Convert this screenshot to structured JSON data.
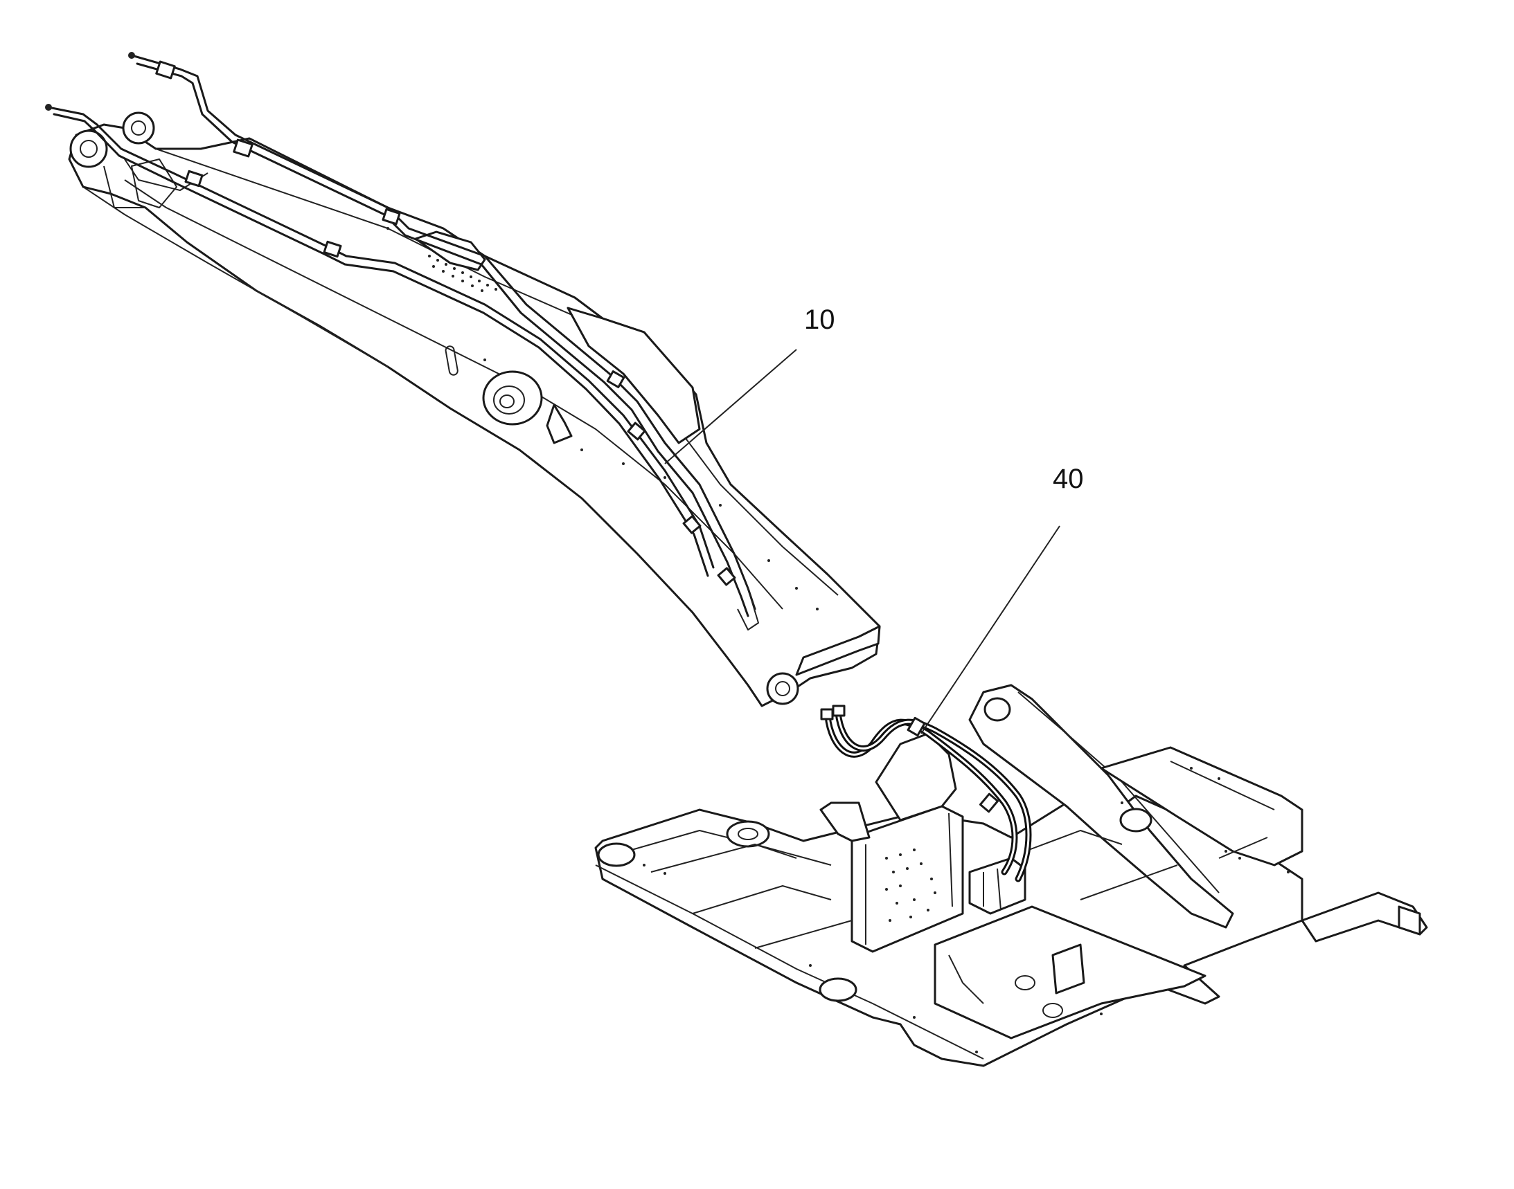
{
  "callouts": [
    {
      "id": "10",
      "label": "10"
    },
    {
      "id": "40",
      "label": "40"
    }
  ],
  "colors": {
    "line": "#1a1a1a",
    "background": "#ffffff"
  }
}
